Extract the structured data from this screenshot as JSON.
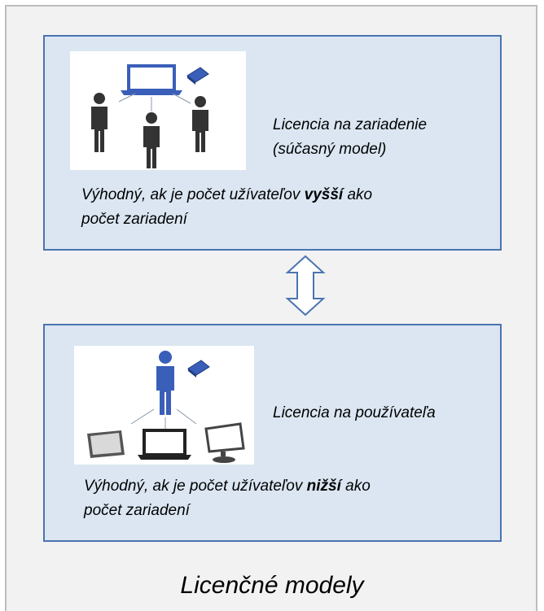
{
  "panels": [
    {
      "caption_line1": "Licencia na zariadenie",
      "caption_line2": "(súčasný model)",
      "desc_pre": "Výhodný, ak je počet užívateľov ",
      "desc_bold": "vyšší",
      "desc_post": " ako",
      "desc_line2": "počet zariadení"
    },
    {
      "caption_line1": "Licencia na používateľa",
      "desc_pre": "Výhodný, ak je počet užívateľov ",
      "desc_bold": "nižší",
      "desc_post": " ako",
      "desc_line2": "počet zariadení"
    }
  ],
  "title": "Licenčné modely",
  "icons": {
    "panel1": [
      "laptop-icon",
      "book-icon",
      "person-icon"
    ],
    "panel2": [
      "person-icon",
      "book-icon",
      "tablet-icon",
      "laptop-icon",
      "monitor-icon"
    ],
    "between": "double-arrow-icon"
  },
  "colors": {
    "panel_fill": "#dbe6f2",
    "panel_border": "#4a74b0",
    "accent_blue": "#3a5fb8",
    "dark_figure": "#333333"
  }
}
